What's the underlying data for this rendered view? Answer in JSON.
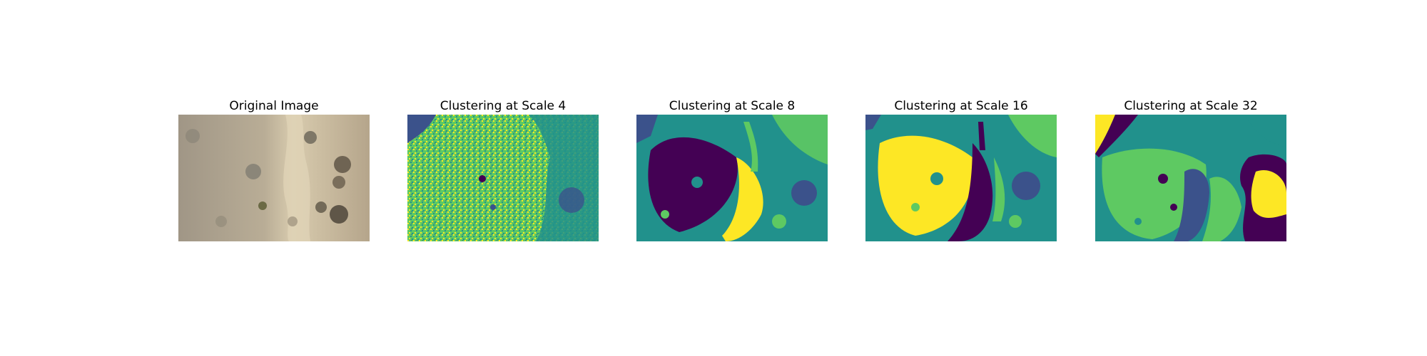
{
  "figure": {
    "panels": [
      {
        "title": "Original Image"
      },
      {
        "title": "Clustering at Scale 4"
      },
      {
        "title": "Clustering at Scale 8"
      },
      {
        "title": "Clustering at Scale 16"
      },
      {
        "title": "Clustering at Scale 32"
      }
    ]
  },
  "colors": {
    "viridis_purple": "#440154",
    "viridis_blue": "#3b528b",
    "viridis_teal": "#21918c",
    "viridis_green": "#5ec962",
    "viridis_yellow": "#fde725",
    "soil_light": "#cbbc9f",
    "soil_dark": "#8f8472"
  }
}
